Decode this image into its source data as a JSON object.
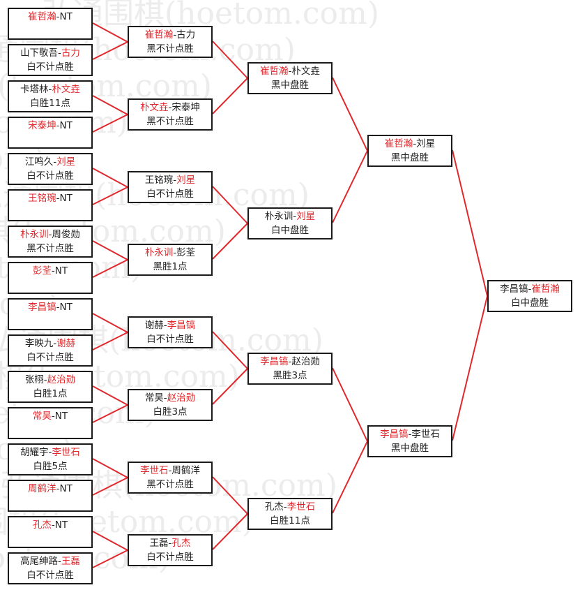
{
  "watermark": "弘通围棋(hoetom.com)",
  "colors": {
    "winner": "#e0282c",
    "line": "#e0282c",
    "border": "#1a1a1a"
  },
  "rounds": [
    [
      {
        "line1": [
          [
            "崔哲瀚",
            1
          ],
          [
            "-NT",
            0
          ]
        ],
        "line2": ""
      },
      {
        "line1": [
          [
            "山下敬吾-",
            0
          ],
          [
            "古力",
            1
          ]
        ],
        "line2": "白不计点胜"
      },
      {
        "line1": [
          [
            "卡塔林-",
            0
          ],
          [
            "朴文垚",
            1
          ]
        ],
        "line2": "白胜11点"
      },
      {
        "line1": [
          [
            "宋泰坤",
            1
          ],
          [
            "-NT",
            0
          ]
        ],
        "line2": ""
      },
      {
        "line1": [
          [
            "江鸣久-",
            0
          ],
          [
            "刘星",
            1
          ]
        ],
        "line2": "白不计点胜"
      },
      {
        "line1": [
          [
            "王铭琬",
            1
          ],
          [
            "-NT",
            0
          ]
        ],
        "line2": ""
      },
      {
        "line1": [
          [
            "朴永训",
            1
          ],
          [
            "-周俊勋",
            0
          ]
        ],
        "line2": "黑不计点胜"
      },
      {
        "line1": [
          [
            "彭荃",
            1
          ],
          [
            "-NT",
            0
          ]
        ],
        "line2": ""
      },
      {
        "line1": [
          [
            "李昌镐",
            1
          ],
          [
            "-NT",
            0
          ]
        ],
        "line2": ""
      },
      {
        "line1": [
          [
            "李映九-",
            0
          ],
          [
            "谢赫",
            1
          ]
        ],
        "line2": "白不计点胜"
      },
      {
        "line1": [
          [
            "张栩-",
            0
          ],
          [
            "赵治勋",
            1
          ]
        ],
        "line2": "白胜1点"
      },
      {
        "line1": [
          [
            "常昊",
            1
          ],
          [
            "-NT",
            0
          ]
        ],
        "line2": ""
      },
      {
        "line1": [
          [
            "胡耀宇-",
            0
          ],
          [
            "李世石",
            1
          ]
        ],
        "line2": "白胜5点"
      },
      {
        "line1": [
          [
            "周鹤洋",
            1
          ],
          [
            "-NT",
            0
          ]
        ],
        "line2": ""
      },
      {
        "line1": [
          [
            "孔杰",
            1
          ],
          [
            "-NT",
            0
          ]
        ],
        "line2": ""
      },
      {
        "line1": [
          [
            "高尾绅路-",
            0
          ],
          [
            "王磊",
            1
          ]
        ],
        "line2": "白不计点胜"
      }
    ],
    [
      {
        "line1": [
          [
            "崔哲瀚",
            1
          ],
          [
            "-古力",
            0
          ]
        ],
        "line2": "黑不计点胜"
      },
      {
        "line1": [
          [
            "朴文垚",
            1
          ],
          [
            "-宋泰坤",
            0
          ]
        ],
        "line2": "黑不计点胜"
      },
      {
        "line1": [
          [
            "王铭琬-",
            0
          ],
          [
            "刘星",
            1
          ]
        ],
        "line2": "白不计点胜"
      },
      {
        "line1": [
          [
            "朴永训",
            1
          ],
          [
            "-彭荃",
            0
          ]
        ],
        "line2": "黑胜1点"
      },
      {
        "line1": [
          [
            "谢赫-",
            0
          ],
          [
            "李昌镐",
            1
          ]
        ],
        "line2": "白不计点胜"
      },
      {
        "line1": [
          [
            "常昊-",
            0
          ],
          [
            "赵治勋",
            1
          ]
        ],
        "line2": "白胜3点"
      },
      {
        "line1": [
          [
            "李世石",
            1
          ],
          [
            "-周鹤洋",
            0
          ]
        ],
        "line2": "黑不计点胜"
      },
      {
        "line1": [
          [
            "王磊-",
            0
          ],
          [
            "孔杰",
            1
          ]
        ],
        "line2": "白不计点胜"
      }
    ],
    [
      {
        "line1": [
          [
            "崔哲瀚",
            1
          ],
          [
            "-朴文垚",
            0
          ]
        ],
        "line2": "黑中盘胜"
      },
      {
        "line1": [
          [
            "朴永训-",
            0
          ],
          [
            "刘星",
            1
          ]
        ],
        "line2": "白中盘胜"
      },
      {
        "line1": [
          [
            "李昌镐",
            1
          ],
          [
            "-赵治勋",
            0
          ]
        ],
        "line2": "黑胜3点"
      },
      {
        "line1": [
          [
            "孔杰-",
            0
          ],
          [
            "李世石",
            1
          ]
        ],
        "line2": "白胜11点"
      }
    ],
    [
      {
        "line1": [
          [
            "崔哲瀚",
            1
          ],
          [
            "-刘星",
            0
          ]
        ],
        "line2": "黑中盘胜"
      },
      {
        "line1": [
          [
            "李昌镐",
            1
          ],
          [
            "-李世石",
            0
          ]
        ],
        "line2": "黑中盘胜"
      }
    ],
    [
      {
        "line1": [
          [
            "李昌镐-",
            0
          ],
          [
            "崔哲瀚",
            1
          ]
        ],
        "line2": "白中盘胜"
      }
    ]
  ]
}
